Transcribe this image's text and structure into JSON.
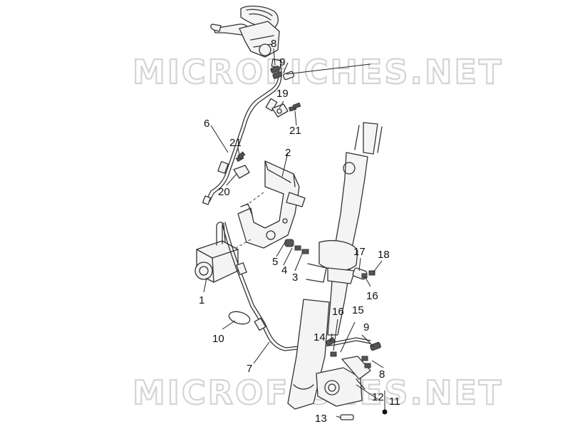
{
  "watermark": {
    "text": "MICROFICHES.NET"
  },
  "callouts": [
    {
      "id": "1",
      "label": "1"
    },
    {
      "id": "2",
      "label": "2"
    },
    {
      "id": "3",
      "label": "3"
    },
    {
      "id": "4",
      "label": "4"
    },
    {
      "id": "5",
      "label": "5"
    },
    {
      "id": "6",
      "label": "6"
    },
    {
      "id": "7",
      "label": "7"
    },
    {
      "id": "8a",
      "label": "8"
    },
    {
      "id": "8b",
      "label": "8"
    },
    {
      "id": "9a",
      "label": "9"
    },
    {
      "id": "9b",
      "label": "9"
    },
    {
      "id": "10",
      "label": "10"
    },
    {
      "id": "11",
      "label": "11"
    },
    {
      "id": "12",
      "label": "12"
    },
    {
      "id": "13",
      "label": "13"
    },
    {
      "id": "14",
      "label": "14"
    },
    {
      "id": "15",
      "label": "15"
    },
    {
      "id": "16a",
      "label": "16"
    },
    {
      "id": "16b",
      "label": "16"
    },
    {
      "id": "17",
      "label": "17"
    },
    {
      "id": "18",
      "label": "18"
    },
    {
      "id": "19",
      "label": "19"
    },
    {
      "id": "20",
      "label": "20"
    },
    {
      "id": "21a",
      "label": "21"
    },
    {
      "id": "21b",
      "label": "21"
    }
  ]
}
